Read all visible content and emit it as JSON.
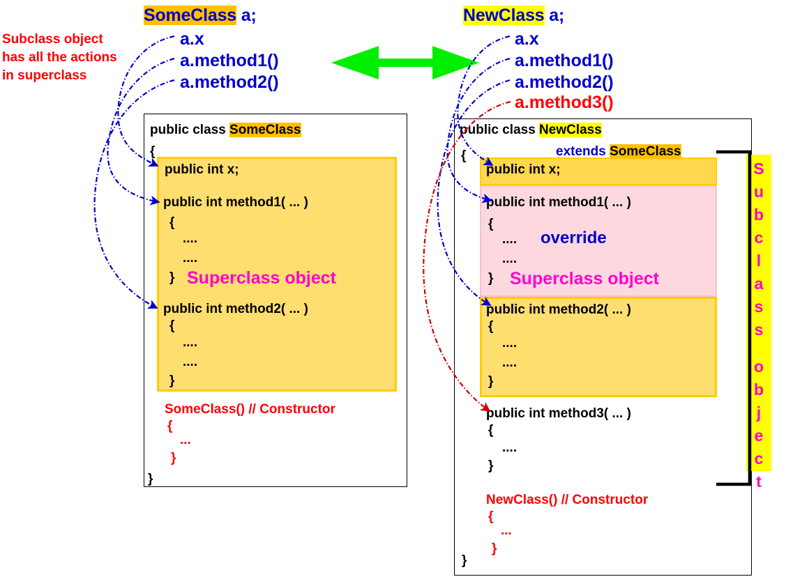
{
  "left_panel": {
    "declaration": {
      "class_name": "SomeClass",
      "variable": " a;"
    },
    "note": [
      "Subclass object",
      "has all the actions",
      "in superclass"
    ],
    "calls": [
      "a.x",
      "a.method1()",
      "a.method2()"
    ],
    "code": {
      "header_prefix": "public class ",
      "header_class": "SomeClass",
      "open_brace": "{",
      "field": "public  int x;",
      "method1_sig": "public int method1( ... )",
      "method1_open": "{",
      "dots_a": "....",
      "dots_b": "....",
      "method1_close": "}",
      "superclass_label": "Superclass object",
      "method2_sig": "public int method2( ... )",
      "method2_open": "{",
      "dots_c": "....",
      "dots_d": "....",
      "method2_close": "}",
      "constructor_sig": "SomeClass() // Constructor",
      "constructor_open": "{",
      "constructor_dots": "...",
      "constructor_close": "}",
      "class_close": "}"
    }
  },
  "right_panel": {
    "declaration": {
      "class_name": "NewClass",
      "variable": " a;"
    },
    "calls": [
      "a.x",
      "a.method1()",
      "a.method2()"
    ],
    "calls_new": "a.method3()",
    "code": {
      "header_prefix": "public class ",
      "header_class": "NewClass",
      "extends_keyword": "extends",
      "extends_class": "SomeClass",
      "open_brace": "{",
      "field": "public  int x;",
      "method1_sig": "public int method1( ... )",
      "method1_open": "{",
      "dots_a": "....",
      "override_label": "override",
      "dots_b": "....",
      "method1_close": "}",
      "superclass_label": "Superclass object",
      "method2_sig": "public int method2( ... )",
      "method2_open": "{",
      "dots_c": "....",
      "dots_d": "....",
      "method2_close": "}",
      "method3_sig": "public int method3( ... )",
      "method3_open": "{",
      "dots_e": "....",
      "method3_close": "}",
      "constructor_sig": "NewClass() // Constructor",
      "constructor_open": "{",
      "constructor_dots": "...",
      "constructor_close": "}",
      "class_close": "}"
    },
    "subclass_label": "Subclass object",
    "subclass_label_chars": [
      "S",
      "u",
      "b",
      "c",
      "l",
      "a",
      "s",
      "s",
      " ",
      "o",
      "b",
      "j",
      "e",
      "c",
      "t"
    ]
  },
  "connector": {
    "icon": "double-headed-arrow",
    "color": "#00EE00"
  },
  "colors": {
    "blue": "#0000CC",
    "red": "#FF0000",
    "magenta": "#FF00CC",
    "gold_highlight": "#FFC000",
    "yellow_highlight": "#FFFF00",
    "yellow_block": "#FFDE70",
    "pink_block": "#FDD8DF",
    "green_arrow": "#00EE00"
  }
}
